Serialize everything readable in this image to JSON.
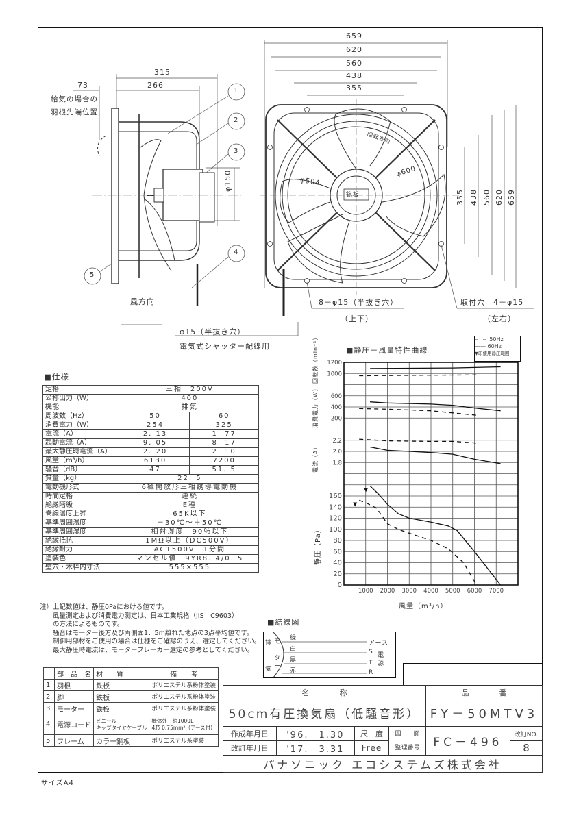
{
  "side_view": {
    "dims": {
      "d315": "315",
      "d266": "266",
      "d73": "73",
      "d150": "φ150"
    },
    "intake_note_1": "給気の場合の",
    "intake_note_2": "羽根先端位置",
    "callouts": [
      "1",
      "2",
      "3",
      "4",
      "5"
    ],
    "wind_direction": "風方向",
    "hole_note": "φ15（半抜き穴）",
    "hole_purpose": "電気式シャッター配線用"
  },
  "front_view": {
    "dims_horizontal": [
      "659",
      "620",
      "560",
      "438",
      "355"
    ],
    "dims_vertical": [
      "355",
      "438",
      "560",
      "620",
      "659"
    ],
    "rotation_label": "回転方向",
    "nameplate": "銘板",
    "dia_600": "φ600",
    "dia_504": "φ504",
    "holes_top_bottom": "8－φ15（半抜き穴）",
    "holes_top_bottom_sub": "（上下）",
    "mount_holes": "取付穴　4－φ15",
    "mount_holes_sub": "（左右）"
  },
  "spec": {
    "heading": "■仕様",
    "rows": [
      {
        "label": "定格",
        "value": "三相　200V"
      },
      {
        "label": "公称出力（W）",
        "value": "400"
      },
      {
        "label": "機能",
        "value": "排気"
      },
      {
        "label": "周波数（Hz）",
        "v50": "50",
        "v60": "60"
      },
      {
        "label": "消費電力（W）",
        "v50": "254",
        "v60": "325"
      },
      {
        "label": "電流（A）",
        "v50": "2. 13",
        "v60": "1. 77"
      },
      {
        "label": "起動電流（A）",
        "v50": "9. 05",
        "v60": "8. 17"
      },
      {
        "label": "最大静圧時電流（A）",
        "v50": "2. 20",
        "v60": "2. 10"
      },
      {
        "label": "風量（m³/h）",
        "v50": "6130",
        "v60": "7200"
      },
      {
        "label": "騒音（dB）",
        "v50": "47",
        "v60": "51. 5"
      },
      {
        "label": "質量（kg）",
        "value": "22. 5"
      },
      {
        "label": "電動機形式",
        "value": "6極開放形三相誘導電動機"
      },
      {
        "label": "時間定格",
        "value": "連続"
      },
      {
        "label": "絶縁階級",
        "value": "E種"
      },
      {
        "label": "巻線温度上昇",
        "value": "65K以下"
      },
      {
        "label": "基準周囲温度",
        "value": "－30℃～＋50℃"
      },
      {
        "label": "基準周囲湿度",
        "value": "相対湿度　90％以下"
      },
      {
        "label": "絶縁抵抗",
        "value": "1MΩ以上（DC500V）"
      },
      {
        "label": "絶縁耐力",
        "value": "AC1500V　1分間"
      },
      {
        "label": "塗装色",
        "value": "マンセル値　9YR8. 4/0. 5"
      },
      {
        "label": "壁穴・木枠内寸法",
        "value": "555×555"
      }
    ],
    "notes": "注）上記数値は、静圧0Paにおける値です。\n　　風量測定および消費電力測定は、日本工業規格（JIS　C9603）\n　　の方法によるものです。\n　　騒音はモーター後方及び両側面1．5m離れた地点の3点平均値です。\n　　制御用部材をご使用の場合は仕様をご確認のうえ、選定してください。\n　　最大静圧時電流は、モーターブレーカー選定の参考としてください。"
  },
  "wiring": {
    "heading": "■結線図",
    "side_top": "排",
    "side_bottom": "気",
    "motor": "モーター",
    "wires": [
      "緑",
      "白",
      "黒",
      "赤"
    ],
    "terminals": [
      "アース",
      "S",
      "T",
      "R"
    ],
    "power": "電源"
  },
  "parts": {
    "headers": [
      "",
      "部　品　名",
      "材　　質",
      "備　　考"
    ],
    "rows": [
      {
        "no": "1",
        "name": "羽根",
        "material": "鉄板",
        "note": "ポリエステル系粉体塗装"
      },
      {
        "no": "2",
        "name": "脚",
        "material": "鉄板",
        "note": "ポリエステル系粉体塗装"
      },
      {
        "no": "3",
        "name": "モーター",
        "material": "鉄板",
        "note": "ポリエステル系粉体塗装"
      },
      {
        "no": "4",
        "name": "電源コード",
        "material": "ビニール\nキャブタイヤケーブル",
        "note": "機体外　約1000L\n4芯 0.75mm²（アース付）"
      },
      {
        "no": "5",
        "name": "フレーム",
        "material": "カラー鋼板",
        "note": "ポリエステル系塗装"
      }
    ]
  },
  "title_block": {
    "name_header": "名　　　　称",
    "number_header": "品　　　　番",
    "product_name": "50cm有圧換気扇（低騒音形）",
    "product_number": "FY－50MTV3",
    "created_label": "作成年月日",
    "created_date": "'96.　1.30",
    "revised_label": "改訂年月日",
    "revised_date": "'17.　3.31",
    "scale_label": "尺　度",
    "scale_value": "Free",
    "drawing_label_1": "図　　面",
    "drawing_label_2": "整理番号",
    "drawing_number": "FC－496",
    "revision_label": "改訂NO.",
    "revision_number": "8",
    "company": "パナソニック エコシステムズ株式会社"
  },
  "paper_size": "サイズA4",
  "chart_data": {
    "type": "line",
    "title": "■静圧－風量特性曲線",
    "xlabel": "風量（m³/h）",
    "xlim": [
      0,
      8000
    ],
    "xticks": [
      1000,
      2000,
      3000,
      4000,
      5000,
      6000,
      7000
    ],
    "grid": true,
    "legend": {
      "placement": "top-right",
      "entries": [
        "50Hz",
        "60Hz",
        "▼印使用静圧範囲"
      ]
    },
    "axes": {
      "rpm": {
        "label": "回転数（min⁻¹）",
        "ticks": [
          1000,
          1200
        ]
      },
      "power": {
        "label": "消費電力（W）",
        "ticks": [
          200,
          400,
          600
        ]
      },
      "current": {
        "label": "電流（A）",
        "ticks": [
          1.8,
          2.0,
          2.2
        ]
      },
      "pressure": {
        "label": "静圧（Pa）",
        "ticks": [
          0,
          20,
          40,
          60,
          80,
          100,
          120,
          140,
          160
        ],
        "ylim": [
          0,
          180
        ]
      }
    },
    "series": [
      {
        "name": "rpm 60Hz",
        "axis": "rpm",
        "style": "solid",
        "x": [
          1200,
          3000,
          5000,
          7200
        ],
        "y": [
          1090,
          1095,
          1100,
          1120
        ]
      },
      {
        "name": "rpm 50Hz",
        "axis": "rpm",
        "style": "dashed",
        "x": [
          700,
          4000,
          6100
        ],
        "y": [
          960,
          970,
          975
        ]
      },
      {
        "name": "power 60Hz",
        "axis": "power",
        "style": "solid",
        "x": [
          1200,
          2000,
          4000,
          5000,
          6000,
          7200
        ],
        "y": [
          490,
          470,
          450,
          430,
          380,
          330
        ]
      },
      {
        "name": "power 50Hz",
        "axis": "power",
        "style": "dashed",
        "x": [
          700,
          2000,
          4000,
          6100
        ],
        "y": [
          370,
          360,
          330,
          250
        ]
      },
      {
        "name": "current 60Hz",
        "axis": "current",
        "style": "solid",
        "x": [
          1200,
          2000,
          3000,
          4000,
          5000,
          6000,
          7200
        ],
        "y": [
          2.08,
          2.02,
          2.0,
          1.98,
          1.95,
          1.86,
          1.78
        ]
      },
      {
        "name": "current 50Hz",
        "axis": "current",
        "style": "dashed",
        "x": [
          700,
          2000,
          4000,
          5000,
          6100
        ],
        "y": [
          2.22,
          2.19,
          2.18,
          2.18,
          2.15
        ]
      },
      {
        "name": "pressure 60Hz",
        "axis": "pressure",
        "style": "solid",
        "x": [
          1200,
          1600,
          2000,
          2500,
          3000,
          4000,
          4800,
          5200,
          6000,
          7200
        ],
        "y": [
          178,
          163,
          145,
          128,
          120,
          113,
          106,
          98,
          60,
          0
        ]
      },
      {
        "name": "pressure 50Hz",
        "axis": "pressure",
        "style": "dashed",
        "x": [
          700,
          1000,
          1500,
          2000,
          2500,
          3000,
          4000,
          4800,
          5500,
          6100
        ],
        "y": [
          152,
          148,
          138,
          110,
          100,
          93,
          80,
          65,
          40,
          0
        ]
      }
    ]
  }
}
